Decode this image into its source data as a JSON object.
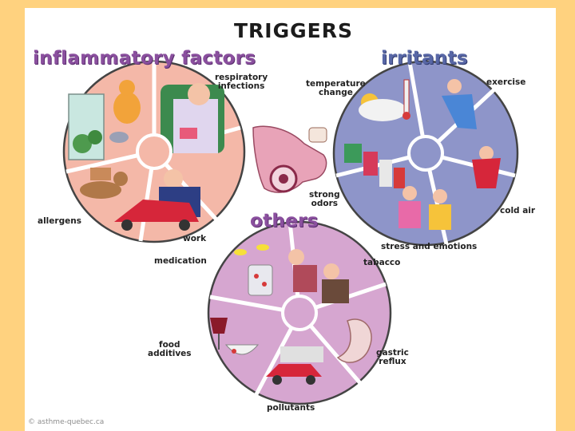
{
  "title": "TRIGGERS",
  "groups": {
    "inflammatory": {
      "title": "inflammatory factors",
      "labels": {
        "respiratory_infections": "respiratory\ninfections",
        "allergens": "allergens",
        "work": "work"
      }
    },
    "irritants": {
      "title": "irritants",
      "labels": {
        "temperature_change": "temperature\nchange",
        "exercise": "exercise",
        "cold_air": "cold air",
        "stress_and_emotions": "stress and emotions",
        "strong_odors": "strong\nodors"
      }
    },
    "others": {
      "title": "others",
      "labels": {
        "medication": "medication",
        "tabacco": "tabacco",
        "food_additives": "food\nadditives",
        "gastric_reflux": "gastric\nreflux",
        "pollutants": "pollutants"
      }
    }
  },
  "credit": "© asthme-quebec.ca",
  "colors": {
    "page_border": "#FFD27F",
    "inflammatory_wheel": "#F4B8A8",
    "irritants_wheel": "#8E95C9",
    "others_wheel": "#D6A6D0",
    "others_title": "#8a4f9e",
    "irritants_title": "#5867a6"
  }
}
